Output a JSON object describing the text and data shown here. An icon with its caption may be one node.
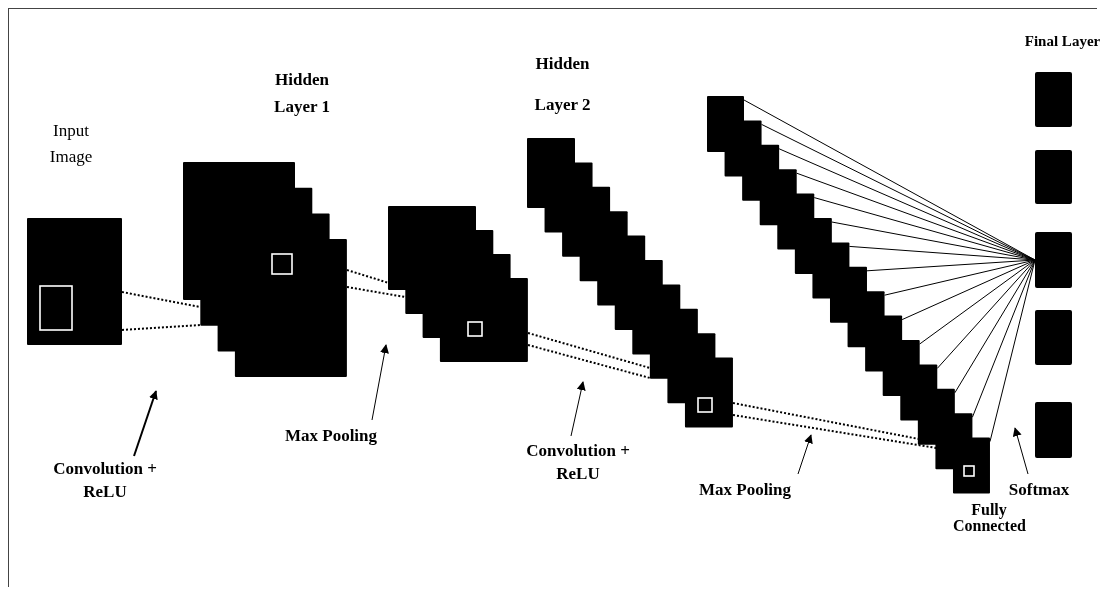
{
  "diagram": {
    "nodes": [
      {
        "text": [
          "Input Image"
        ]
      },
      {
        "text": [
          "Hidden Layer 1"
        ]
      },
      {
        "text": [],
        "shape": "box"
      },
      {
        "text": [
          "Hidden Layer 2"
        ]
      },
      {
        "text": [],
        "shape": "box",
        "beside": [
          "Fully Connected"
        ]
      },
      {
        "text": [
          "Final Layer"
        ]
      },
      {
        "text": [],
        "shape": "box",
        "in": 5
      },
      {
        "text": [],
        "shape": "box",
        "in": 5
      },
      {
        "text": [],
        "shape": "box",
        "in": 5
      },
      {
        "text": [],
        "shape": "box",
        "in": 5
      },
      {
        "text": [],
        "shape": "box",
        "in": 5
      },
      {
        "text": [
          "Convolution + ReLU"
        ]
      },
      {
        "text": [
          "Max Pooling"
        ]
      },
      {
        "text": [
          "Convolution + ReLU"
        ]
      },
      {
        "text": [
          "Max Pooling"
        ]
      },
      {
        "text": [
          "Softmax"
        ]
      }
    ],
    "edges": [
      {
        "from": 0,
        "to": 1,
        "arrow": "none",
        "style": "dashed"
      },
      {
        "from": 1,
        "to": 2,
        "arrow": "none",
        "style": "dashed"
      },
      {
        "from": 2,
        "to": 3,
        "arrow": "none",
        "style": "dashed"
      },
      {
        "from": 3,
        "to": 4,
        "arrow": "none",
        "style": "dashed"
      },
      {
        "from": 4,
        "to": 8,
        "arrow": "none"
      },
      {
        "from": 11,
        "to": null,
        "arrow": "to"
      },
      {
        "from": 12,
        "to": 2,
        "arrow": "to"
      },
      {
        "from": 13,
        "to": 3,
        "arrow": "to"
      },
      {
        "from": 14,
        "to": 4,
        "arrow": "to"
      },
      {
        "from": 15,
        "to": 5,
        "arrow": "to"
      }
    ]
  }
}
